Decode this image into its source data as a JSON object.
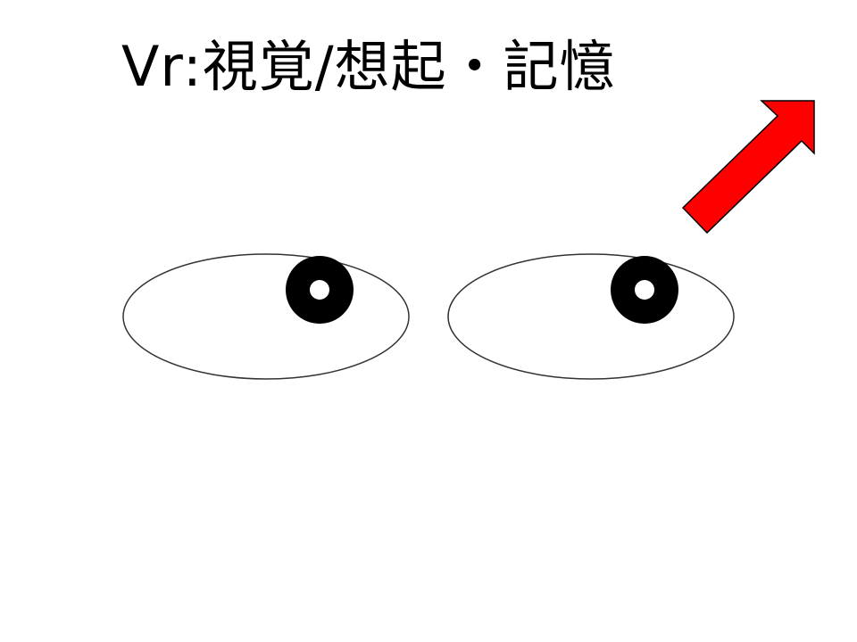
{
  "slide": {
    "title": "Vr:視覚/想起・記憶"
  },
  "diagram": {
    "eyes": [
      {
        "side": "left",
        "gaze": "up-right"
      },
      {
        "side": "right",
        "gaze": "up-right"
      }
    ],
    "arrow": {
      "direction": "up-right",
      "icon": "arrow-up-right-icon"
    }
  },
  "colors": {
    "background": "#ffffff",
    "text": "#000000",
    "eye_outline": "#333333",
    "pupil": "#000000",
    "pupil_highlight": "#ffffff",
    "arrow_fill": "#ff0000",
    "arrow_stroke": "#000000"
  }
}
